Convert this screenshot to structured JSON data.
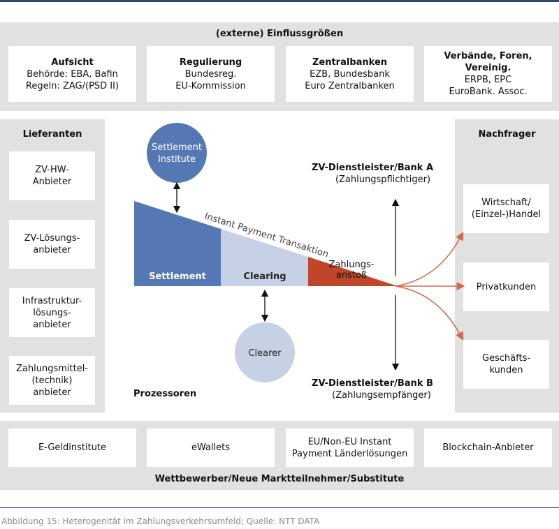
{
  "top": {
    "title": "(externe) Einflussgrößen",
    "boxes": [
      {
        "title": "Aufsicht",
        "lines": [
          "Behörde: EBA, Bafin",
          "Regeln: ZAG/(PSD II)"
        ]
      },
      {
        "title": "Regulierung",
        "lines": [
          "Bundesreg.",
          "EU-Kommission"
        ]
      },
      {
        "title": "Zentralbanken",
        "lines": [
          "EZB, Bundesbank",
          "Euro Zentralbanken"
        ]
      },
      {
        "title": "Verbände, Foren, Vereinig.",
        "lines": [
          "ERPB, EPC",
          "EuroBank. Assoc."
        ]
      }
    ]
  },
  "left": {
    "title": "Lieferanten",
    "boxes": [
      "ZV-HW-\nAnbieter",
      "ZV-Lösungs-\nanbieter",
      "Infrastruktur-\nlösungs-\nanbieter",
      "Zahlungsmittel-\n(technik)\nanbieter"
    ]
  },
  "right": {
    "title": "Nachfrager",
    "boxes": [
      "Wirtschaft/\n(Einzel-)Handel",
      "Privatkunden",
      "Geschäfts-\nkunden"
    ]
  },
  "center": {
    "settlement_institute": "Settlement\nInstitute",
    "clearer": "Clearer",
    "settlement": "Settlement",
    "clearing": "Clearing",
    "zahlungsanstoss": "Zahlungs-\nanstoß",
    "transaction_label": "Instant Payment Transaktion",
    "bank_a_title": "ZV-Dienstleister/Bank A",
    "bank_a_sub": "(Zahlungspflichtiger)",
    "bank_b_title": "ZV-Dienstleister/Bank B",
    "bank_b_sub": "(Zahlungsempfänger)",
    "prozessoren": "Prozessoren"
  },
  "bottom": {
    "title": "Wettbewerber/Neue Marktteilnehmer/Substitute",
    "boxes": [
      "E-Geldinstitute",
      "eWallets",
      "EU/Non-EU Instant\nPayment Länderlösungen",
      "Blockchain-Anbieter"
    ]
  },
  "caption": "Abbildung 15: Heterogenität im Zahlungsverkehrsumfeld; Quelle: NTT DATA",
  "colors": {
    "panel": "#e1e1e1",
    "settlement": "#5578b4",
    "clearing": "#c7d1e6",
    "zahlungsanstoss": "#c0462a",
    "circle_dark": "#5578b4",
    "circle_light": "#c7d1e6",
    "arrow_red": "#d2694b"
  }
}
